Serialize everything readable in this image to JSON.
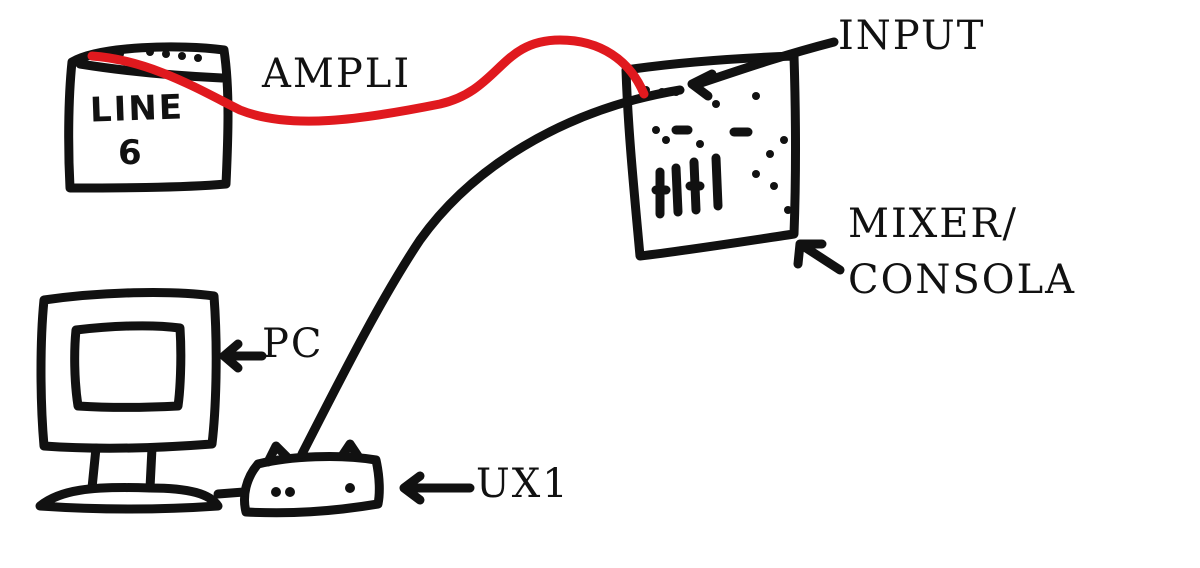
{
  "labels": {
    "ampli": "AMPLI",
    "input": "INPUT",
    "mixer_line1": "MIXER/",
    "mixer_line2": "CONSOLA",
    "pc": "PC",
    "ux1": "UX1"
  },
  "amplifier": {
    "brand_line1": "LINE",
    "brand_line2": "6"
  },
  "colors": {
    "ink": "#111111",
    "cable_red": "#e0191e",
    "background": "#ffffff"
  }
}
